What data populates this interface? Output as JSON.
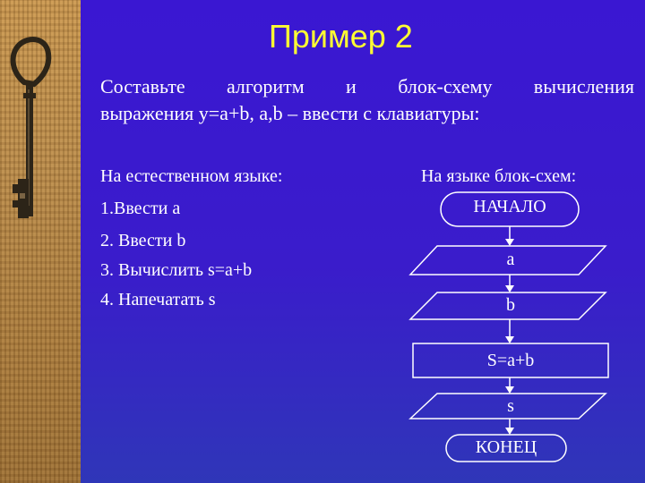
{
  "slide": {
    "title": "Пример 2",
    "task_line1": "Составьте алгоритм и блок-схему вычисления",
    "task_line2": "выражения y=a+b, a,b – ввести с клавиатуры:"
  },
  "natural_language": {
    "heading": "На естественном языке:",
    "steps": [
      "1.Ввести a",
      "2. Ввести b",
      "3. Вычислить s=a+b",
      "4. Напечатать s"
    ]
  },
  "flowchart": {
    "heading": "На языке блок-схем:",
    "start": "НАЧАЛО",
    "input_a": "a",
    "input_b": "b",
    "process": "S=a+b",
    "output": "s",
    "end": "КОНЕЦ"
  },
  "colors": {
    "background": "#3a17d2",
    "title": "#ffff33",
    "text": "#ffffff"
  },
  "icons": {
    "decoration": "old-key-icon"
  }
}
